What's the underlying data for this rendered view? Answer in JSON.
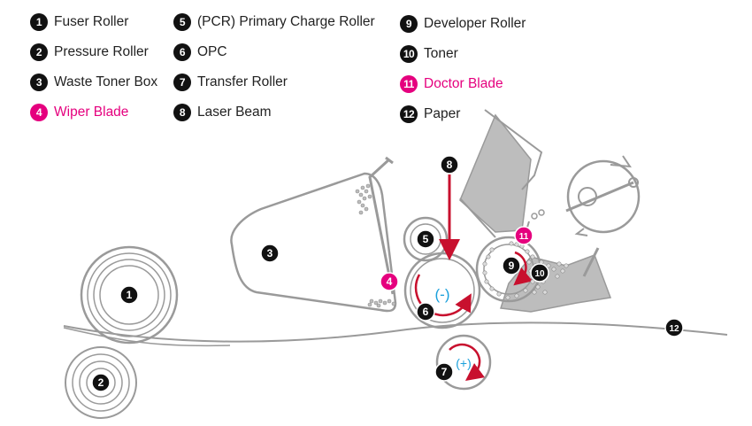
{
  "colors": {
    "accent": "#e5007e",
    "badge": "#111111",
    "outline": "#9a9a9a",
    "fill_gray": "#bdbdbd",
    "arrow_red": "#c8102e",
    "charge_blue": "#1aa0dc"
  },
  "legend": [
    {
      "num": "1",
      "label": "Fuser Roller",
      "highlight": false
    },
    {
      "num": "2",
      "label": "Pressure Roller",
      "highlight": false
    },
    {
      "num": "3",
      "label": "Waste Toner Box",
      "highlight": false
    },
    {
      "num": "4",
      "label": "Wiper Blade",
      "highlight": true
    },
    {
      "num": "5",
      "label": "(PCR) Primary Charge Roller",
      "highlight": false
    },
    {
      "num": "6",
      "label": "OPC",
      "highlight": false
    },
    {
      "num": "7",
      "label": "Transfer Roller",
      "highlight": false
    },
    {
      "num": "8",
      "label": "Laser Beam",
      "highlight": false
    },
    {
      "num": "9",
      "label": "Developer Roller",
      "highlight": false
    },
    {
      "num": "10",
      "label": "Toner",
      "highlight": false
    },
    {
      "num": "11",
      "label": "Doctor Blade",
      "highlight": true
    },
    {
      "num": "12",
      "label": "Paper",
      "highlight": false
    }
  ],
  "diagram": {
    "markers": {
      "fuser": "1",
      "pressure": "2",
      "waste_box": "3",
      "wiper": "4",
      "pcr": "5",
      "opc": "6",
      "transfer": "7",
      "laser": "8",
      "developer": "9",
      "toner": "10",
      "doctor": "11",
      "paper": "12"
    },
    "opc_charge": "(-)",
    "transfer_charge": "(+)"
  }
}
